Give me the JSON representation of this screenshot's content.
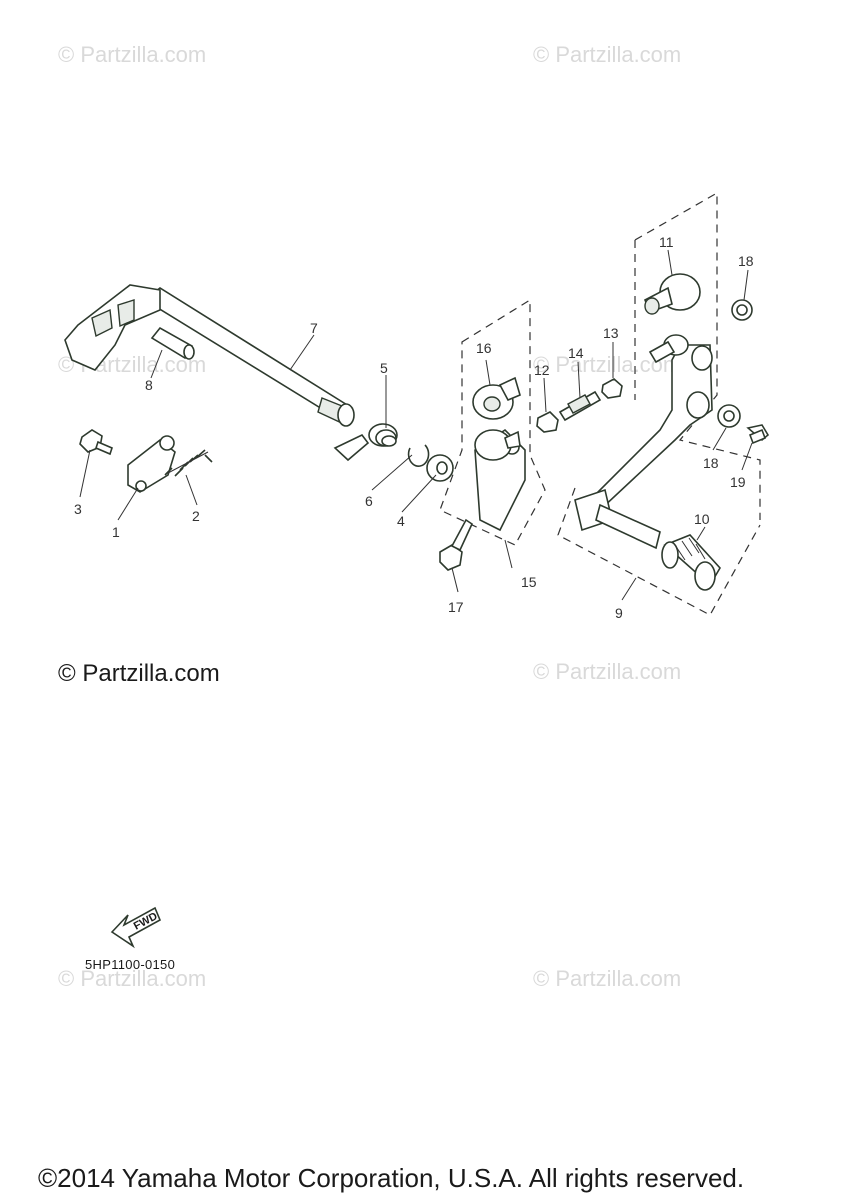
{
  "watermarks": {
    "faint": "© Partzilla.com",
    "strong": "© Partzilla.com"
  },
  "fwd_label": "FWD",
  "diagram_code": "5HP1100-0150",
  "copyright": "©2014 Yamaha Motor Corporation, U.S.A. All rights reserved.",
  "callouts": {
    "c1": "1",
    "c2": "2",
    "c3": "3",
    "c4": "4",
    "c5": "5",
    "c6": "6",
    "c7": "7",
    "c8": "8",
    "c9": "9",
    "c10": "10",
    "c11": "11",
    "c12": "12",
    "c13": "13",
    "c14": "14",
    "c15": "15",
    "c16": "16",
    "c17": "17",
    "c18a": "18",
    "c18b": "18",
    "c19": "19"
  },
  "colors": {
    "line": "#2e3a2e",
    "watermark": "#d9d9d9",
    "text": "#1a1a1a"
  }
}
